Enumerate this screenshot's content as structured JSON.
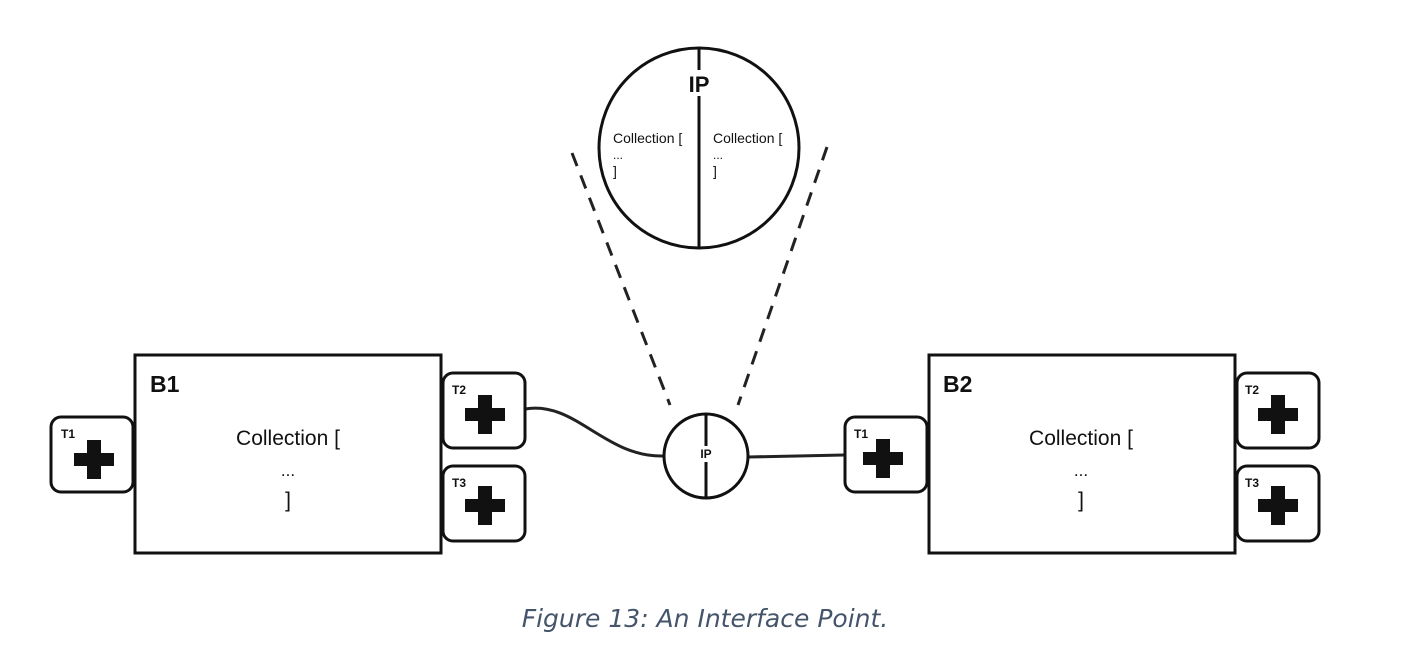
{
  "zoom": {
    "title": "IP",
    "left_lines": [
      "Collection [",
      "...",
      "]"
    ],
    "right_lines": [
      "Collection [",
      "...",
      "]"
    ]
  },
  "interface_point": {
    "label": "IP"
  },
  "blocks": [
    {
      "title": "B1",
      "lines": [
        "Collection [",
        "...",
        "]"
      ],
      "terminals": [
        "T1",
        "T2",
        "T3"
      ]
    },
    {
      "title": "B2",
      "lines": [
        "Collection [",
        "...",
        "]"
      ],
      "terminals": [
        "T1",
        "T2",
        "T3"
      ]
    }
  ],
  "caption": "Figure 13: An Interface Point."
}
